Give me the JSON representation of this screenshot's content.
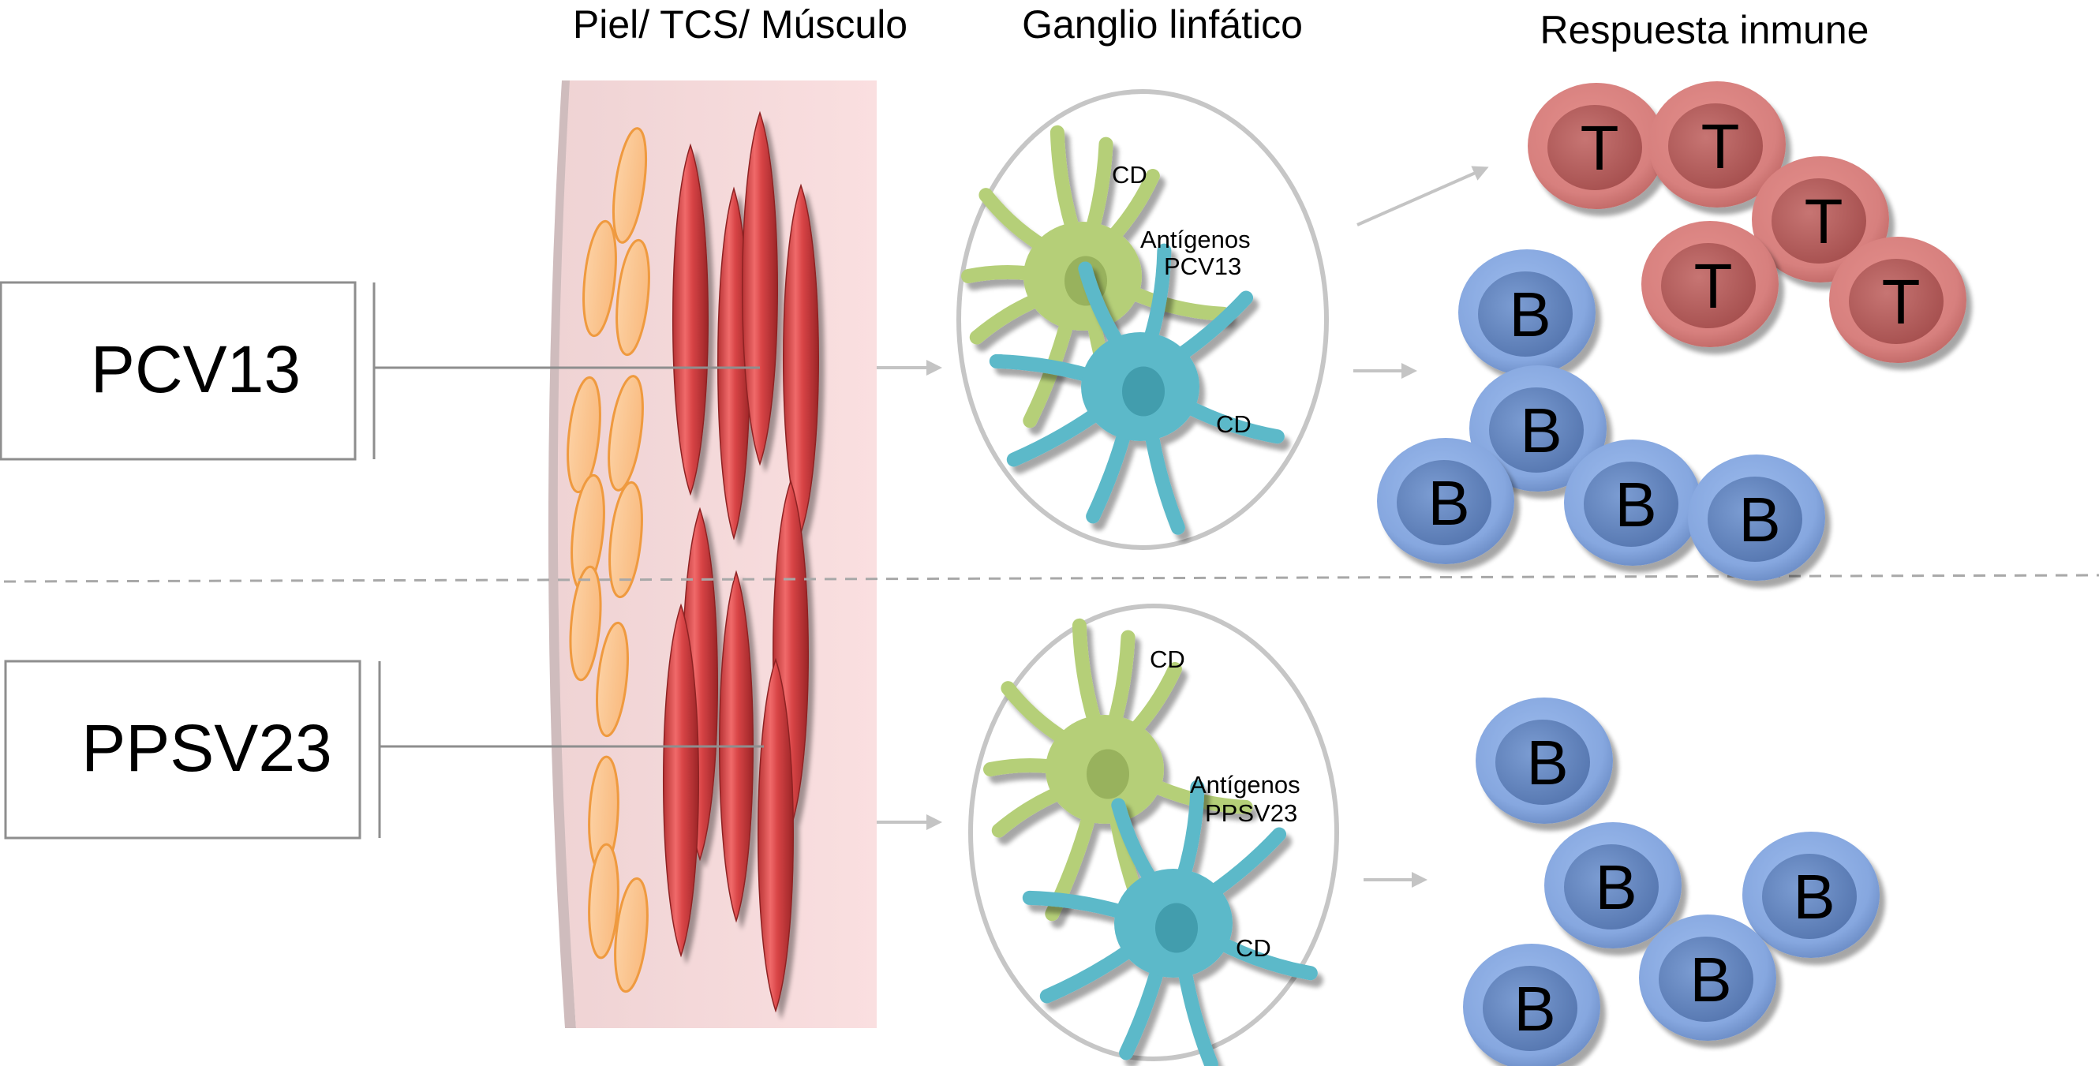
{
  "headers": {
    "tissue": "Piel/ TCS/ Músculo",
    "lymph_node": "Ganglio linfático",
    "immune_response": "Respuesta inmune"
  },
  "rows": [
    {
      "id": "pcv13",
      "vaccine_label": "PCV13",
      "dc_top_label": "CD",
      "antigen_label_line1": "Antígenos",
      "antigen_label_line2": "PCV13",
      "dc_bottom_label": "CD",
      "t_cells": [
        "T",
        "T",
        "T",
        "T",
        "T"
      ],
      "b_cells": [
        "B",
        "B",
        "B",
        "B",
        "B"
      ]
    },
    {
      "id": "ppsv23",
      "vaccine_label": "PPSV23",
      "dc_top_label": "CD",
      "antigen_label_line1": "Antígenos",
      "antigen_label_line2": "PPSV23",
      "dc_bottom_label": "CD",
      "t_cells": [],
      "b_cells": [
        "B",
        "B",
        "B",
        "B",
        "B"
      ]
    }
  ],
  "colors": {
    "tissue_bg": "#f6d9da",
    "muscle": "#d9484a",
    "fat": "#fbc690",
    "fat_stroke": "#ef9a3f",
    "dc_green": "#b5cf78",
    "dc_cyan": "#5cb9c9",
    "t_cell": "#d98280",
    "b_cell": "#88a9e0",
    "line_gray": "#9a9a9a",
    "arrow_gray": "#c4c4c4"
  }
}
